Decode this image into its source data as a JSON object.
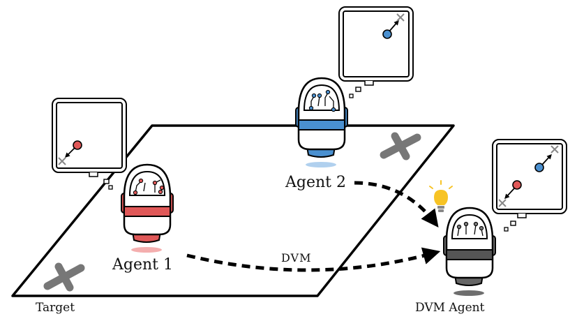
{
  "labels": {
    "agent1": "Agent 1",
    "agent2": "Agent 2",
    "dvm": "DVM",
    "target": "Target",
    "dvm_agent": "DVM Agent"
  },
  "colors": {
    "red": "#e05858",
    "blue": "#4a90d0",
    "gray": "#777777",
    "bulb": "#f7c325",
    "line": "#000000"
  },
  "icons": {
    "agent1": "robot-icon",
    "agent2": "robot-icon",
    "dvm_agent": "robot-icon",
    "bulb": "lightbulb-icon",
    "target": "x-mark-icon"
  }
}
